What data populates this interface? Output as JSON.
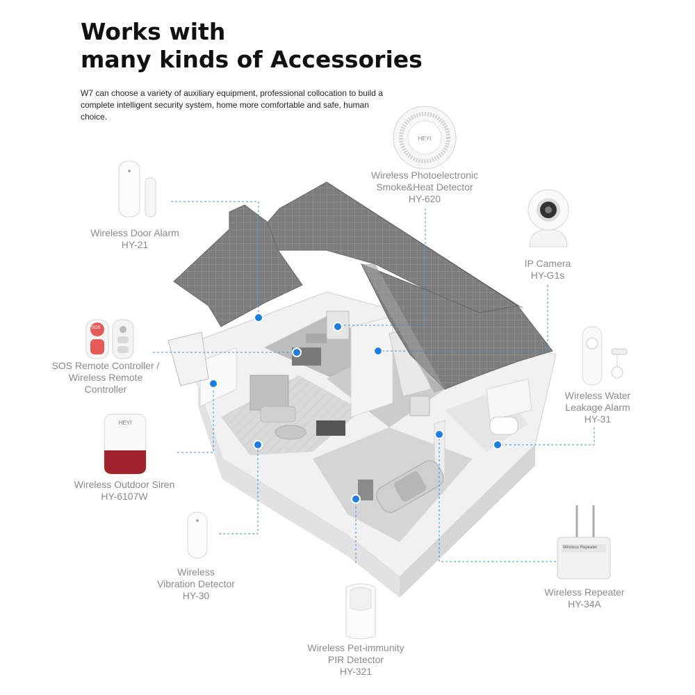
{
  "header": {
    "title_line1": "Works with",
    "title_line2": "many kinds of Accessories",
    "description": "W7 can choose a variety of auxiliary equipment, professional collocation to build a complete intelligent security system, home more comfortable and safe, human choice."
  },
  "accessories": {
    "smoke": {
      "name_line1": "Wireless Photoelectronic",
      "name_line2": "Smoke&Heat Detector",
      "model": "HY-620",
      "brand": "HEYI"
    },
    "door": {
      "name": "Wireless Door Alarm",
      "model": "HY-21"
    },
    "camera": {
      "name": "IP Camera",
      "model": "HY-G1s"
    },
    "sos": {
      "name_line1": "SOS Remote Controller /",
      "name_line2": "Wireless Remote",
      "name_line3": "Controller",
      "button": "SOS"
    },
    "water": {
      "name_line1": "Wireless Water",
      "name_line2": "Leakage Alarm",
      "model": "HY-31"
    },
    "siren": {
      "name": "Wireless Outdoor Siren",
      "model": "HY-6107W",
      "brand": "HEYI"
    },
    "vibration": {
      "name_line1": "Wireless",
      "name_line2": "Vibration Detector",
      "model": "HY-30"
    },
    "repeater": {
      "name": "Wireless Repeater",
      "model": "HY-34A",
      "panel_text": "Wireless Repeater"
    },
    "pir": {
      "name_line1": "Wireless Pet-immunity",
      "name_line2": "PIR Detector",
      "model": "HY-321"
    }
  },
  "colors": {
    "dot": "#1a7fe0",
    "line": "#3b8fd8",
    "label": "#8a8a8a",
    "title": "#111111"
  }
}
